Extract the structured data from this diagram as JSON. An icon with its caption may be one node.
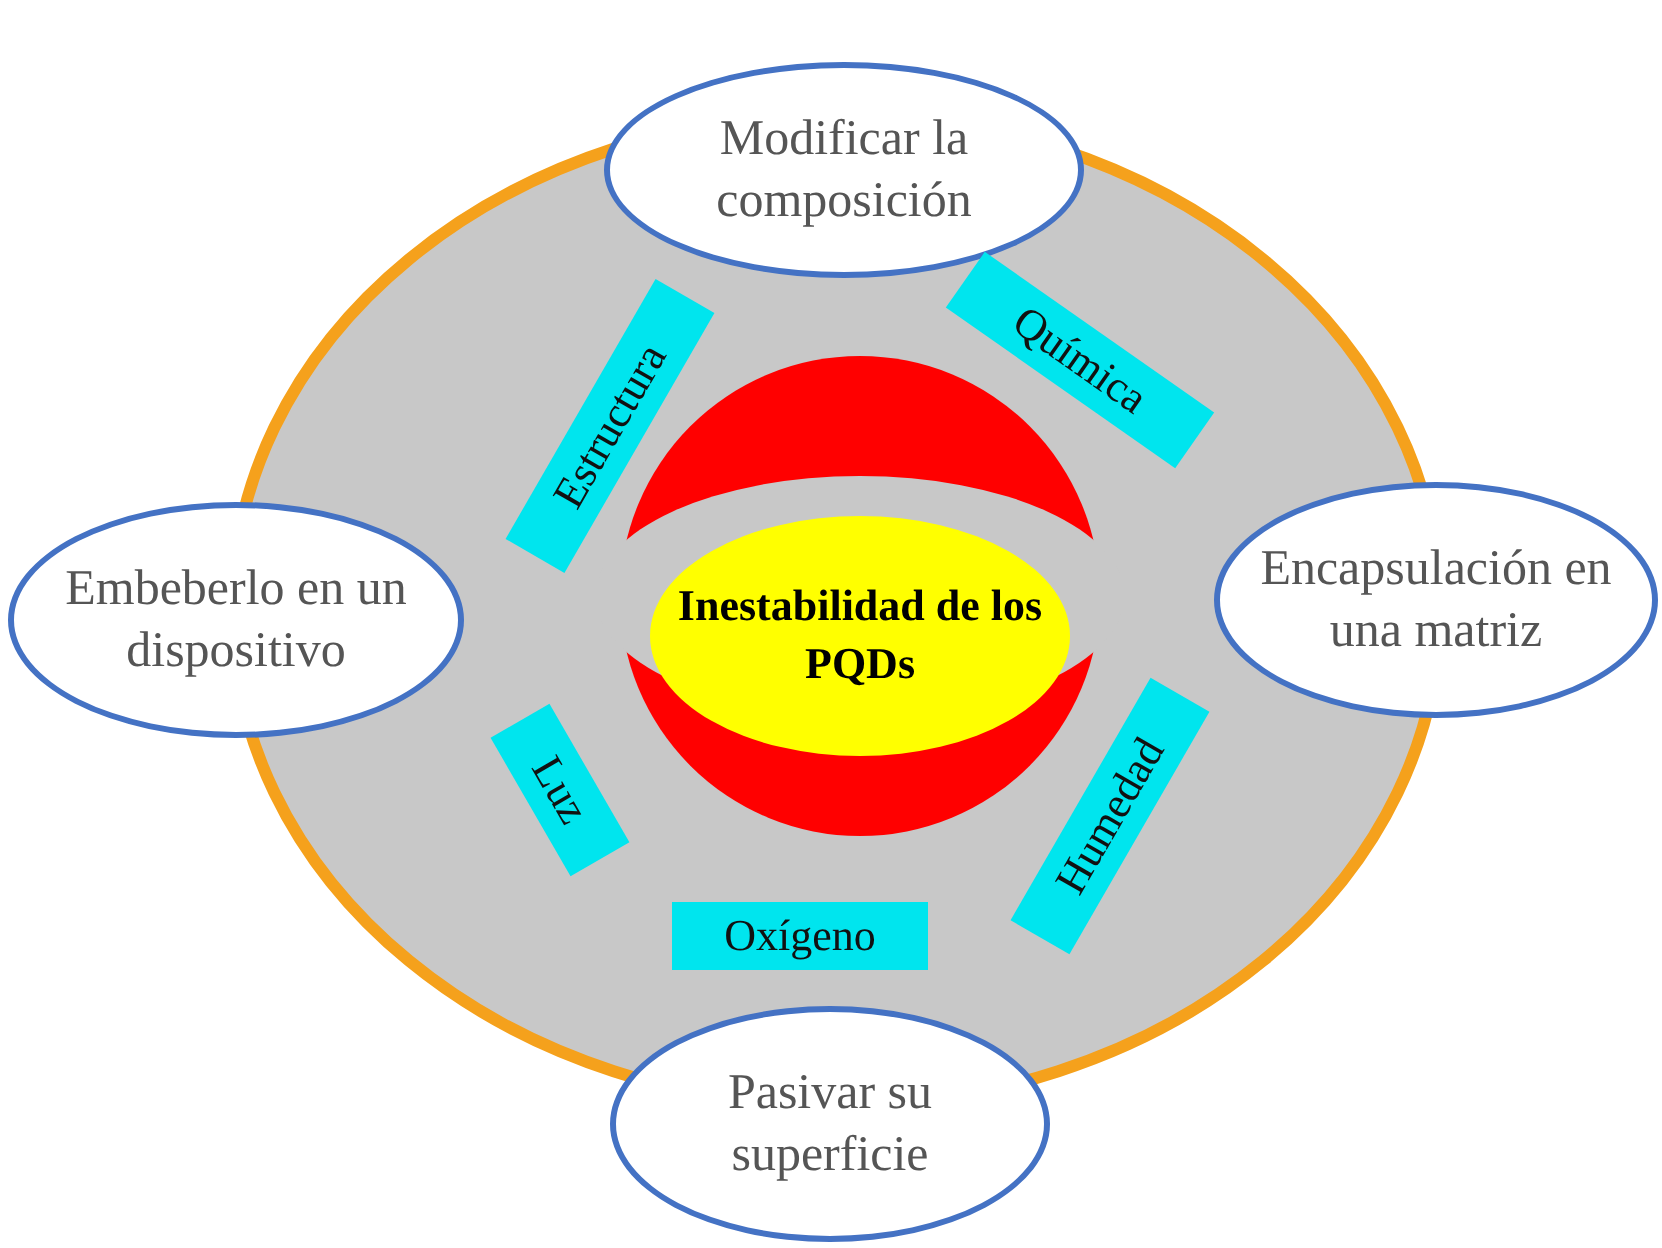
{
  "diagram": {
    "nodes": [
      {
        "text": [
          "Modificar la composición"
        ]
      },
      {
        "text": [
          "Estructura"
        ]
      },
      {
        "text": [
          "Química"
        ]
      },
      {
        "text": [
          "Embeberlo en un dispositivo"
        ]
      },
      {
        "text": [
          "Inestabilidad de los PQDs"
        ]
      },
      {
        "text": [
          "Encapsulación en una matriz"
        ]
      },
      {
        "text": [
          "Luz"
        ]
      },
      {
        "text": [
          "Humedad"
        ]
      },
      {
        "text": [
          "Oxígeno"
        ]
      },
      {
        "text": [
          "Pasivar su superficie"
        ]
      }
    ]
  }
}
